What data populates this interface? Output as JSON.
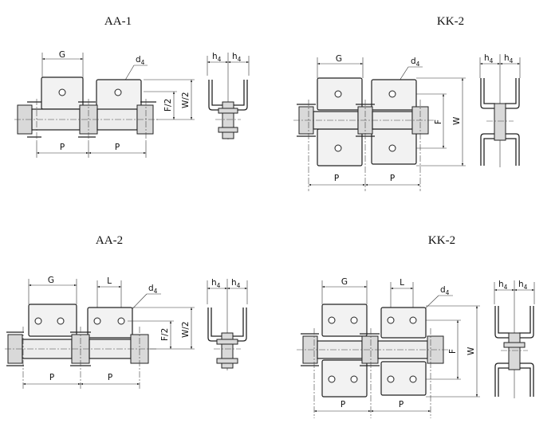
{
  "diagrams": [
    {
      "title": "AA-1"
    },
    {
      "title": "KK-2"
    },
    {
      "title": "AA-2"
    },
    {
      "title": "KK-2"
    }
  ],
  "labels": {
    "G": "G",
    "L": "L",
    "P": "P",
    "F": "F",
    "W": "W",
    "F_half": "F/2",
    "W_half": "W/2",
    "d": "d",
    "h": "h",
    "sub4": "4"
  },
  "colors": {
    "line": "#222222",
    "plate_fill": "#f2f2f2",
    "pin_fill": "#d9d9d9",
    "background": "#ffffff"
  }
}
